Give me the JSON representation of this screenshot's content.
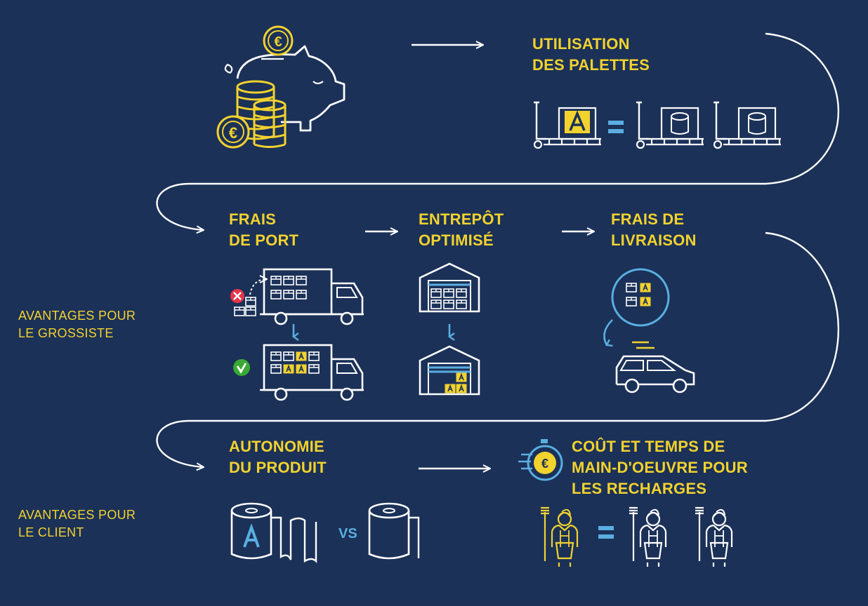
{
  "colors": {
    "background": "#1b3158",
    "accent_yellow": "#f2d22e",
    "line_white": "#ffffff",
    "arrow_blue": "#5aaee0",
    "cross_red": "#e8344a",
    "check_green": "#3aa935"
  },
  "steps": {
    "palettes": {
      "line1": "UTILISATION",
      "line2": "DES PALETTES"
    },
    "frais_port": {
      "line1": "FRAIS",
      "line2": "DE PORT"
    },
    "entrepot": {
      "line1": "ENTREPÔT",
      "line2": "OPTIMISÉ"
    },
    "livraison": {
      "line1": "FRAIS DE",
      "line2": "LIVRAISON"
    },
    "autonomie": {
      "line1": "AUTONOMIE",
      "line2": "DU PRODUIT"
    },
    "main_oeuvre": {
      "line1": "COÛT ET TEMPS DE",
      "line2": "MAIN-D'OEUVRE POUR",
      "line3": "LES RECHARGES"
    }
  },
  "sections": {
    "grossiste": {
      "line1": "AVANTAGES POUR",
      "line2": "LE GROSSISTE"
    },
    "client": {
      "line1": "AVANTAGES POUR",
      "line2": "LE CLIENT"
    }
  },
  "vs_label": "VS",
  "equals_sign": "=",
  "euro_symbol": "€",
  "brand_letter": "A",
  "icons": [
    "piggy-bank-icon",
    "coin-stack-icon",
    "euro-coin-icon",
    "pallet-jack-icon",
    "truck-icon",
    "warehouse-icon",
    "van-icon",
    "box-grid-icon",
    "cross-icon",
    "check-icon",
    "paper-roll-icon",
    "stopwatch-euro-icon",
    "cleaner-icon"
  ]
}
